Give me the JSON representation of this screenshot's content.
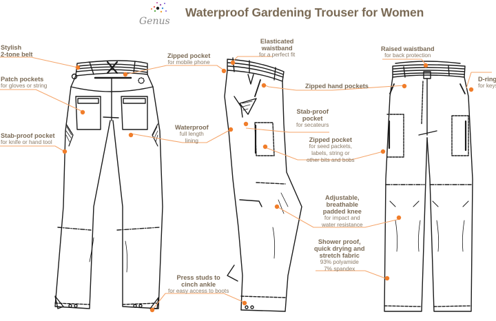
{
  "header": {
    "brand": "Genus",
    "title": "Waterproof Gardening Trouser for Women"
  },
  "colors": {
    "accent": "#f07d2a",
    "leader_line": "#f5a56a",
    "label_text": "#7a6a55",
    "outline": "#1a1a1a"
  },
  "views": [
    "back",
    "side",
    "front"
  ],
  "callouts": [
    {
      "id": "belt",
      "heading": "Stylish\n2-tone belt",
      "heading_lines": [
        "Stylish",
        "2-tone belt"
      ],
      "sub_lines": []
    },
    {
      "id": "patch",
      "heading_lines": [
        "Patch pockets"
      ],
      "sub_lines": [
        "for gloves or string"
      ]
    },
    {
      "id": "stab-back",
      "heading_lines": [
        "Stab-proof pocket"
      ],
      "sub_lines": [
        "for knife or hand tool"
      ]
    },
    {
      "id": "zip-phone",
      "heading_lines": [
        "Zipped pocket"
      ],
      "sub_lines": [
        "for mobile phone"
      ]
    },
    {
      "id": "lining",
      "heading_lines": [
        "Waterproof"
      ],
      "sub_lines": [
        "full length",
        "lining"
      ]
    },
    {
      "id": "elastic",
      "heading_lines": [
        "Elasticated",
        "waistband"
      ],
      "sub_lines": [
        "for a perfect fit"
      ]
    },
    {
      "id": "hand",
      "heading_lines": [
        "Zipped hand pockets"
      ],
      "sub_lines": []
    },
    {
      "id": "stab-side",
      "heading_lines": [
        "Stab-proof",
        "pocket"
      ],
      "sub_lines": [
        "for secateurs"
      ]
    },
    {
      "id": "zip-seed",
      "heading_lines": [
        "Zipped pocket"
      ],
      "sub_lines": [
        "for seed packets,",
        "labels, string or",
        "other bits and bobs"
      ]
    },
    {
      "id": "knee",
      "heading_lines": [
        "Adjustable,",
        "breathable",
        "padded knee"
      ],
      "sub_lines": [
        "for impact and",
        "water resistance"
      ]
    },
    {
      "id": "fabric",
      "heading_lines": [
        "Shower proof,",
        "quick drying and",
        "stretch fabric"
      ],
      "sub_lines": [
        "93% polyamide",
        "7% spandex"
      ]
    },
    {
      "id": "studs",
      "heading_lines": [
        "Press studs to",
        "cinch ankle"
      ],
      "sub_lines": [
        "for easy access to boots"
      ]
    },
    {
      "id": "raised",
      "heading_lines": [
        "Raised waistband"
      ],
      "sub_lines": [
        "for back protection"
      ]
    },
    {
      "id": "dring",
      "heading_lines": [
        "D-ring"
      ],
      "sub_lines": [
        "for keys"
      ]
    }
  ]
}
